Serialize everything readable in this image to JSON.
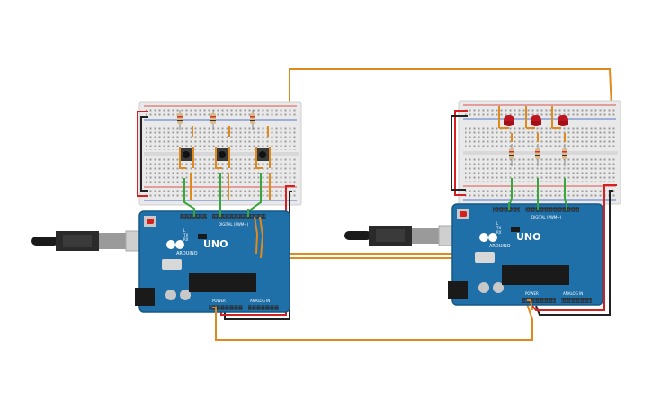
{
  "boards": {
    "left": {
      "brand": "ARDUINO",
      "model": "UNO",
      "digital_label": "DIGITAL (PWM~)",
      "power_label": "POWER",
      "analog_label": "ANALOG IN",
      "tx_label": "TX",
      "rx_label": "RX",
      "l_label": "L"
    },
    "right": {
      "brand": "ARDUINO",
      "model": "UNO",
      "digital_label": "DIGITAL (PWM~)",
      "power_label": "POWER",
      "analog_label": "ANALOG IN",
      "tx_label": "TX",
      "rx_label": "RX",
      "l_label": "L"
    }
  },
  "colors": {
    "board": "#1f6fa8",
    "board_dark": "#155985",
    "breadboard": "#e9e9e9",
    "wire_orange": "#e08a1e",
    "wire_green": "#3aa63a",
    "wire_red": "#d42020",
    "wire_black": "#222222",
    "led_red": "#c0141e",
    "resistor": "#d9b98a"
  },
  "icons": {
    "usb_cable": "usb-cable-icon",
    "pushbutton": "pushbutton-icon",
    "led": "led-icon",
    "resistor": "resistor-icon"
  }
}
